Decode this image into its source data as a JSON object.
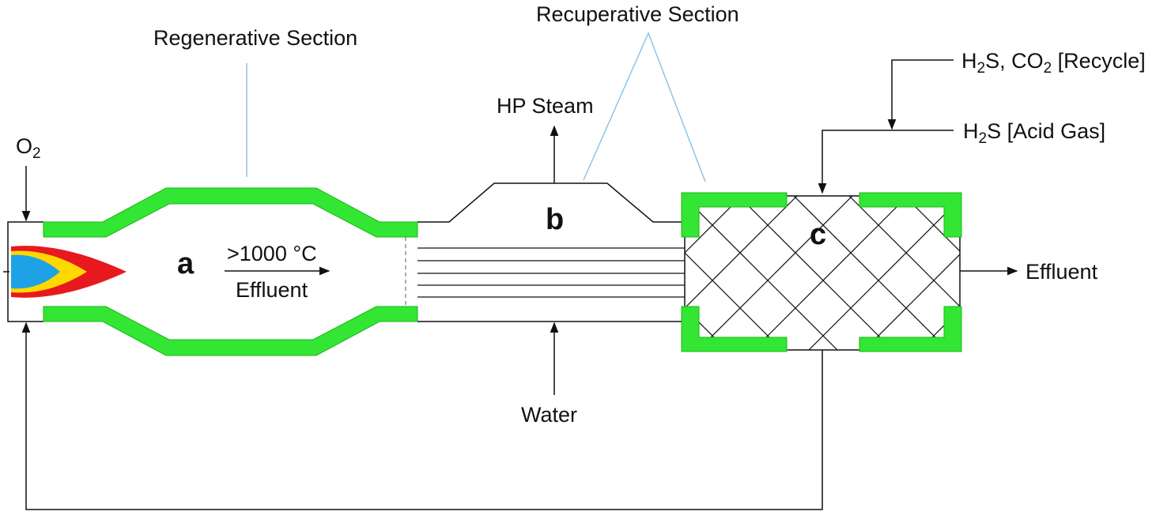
{
  "labels": {
    "regenerative_section": "Regenerative Section",
    "recuperative_section": "Recuperative Section",
    "hp_steam": "HP Steam",
    "o2_main": "O",
    "o2_sub": "2",
    "recycle": {
      "h": "H",
      "s2": "2",
      "mid": "S, CO",
      "c2": "2",
      "tail": " [Recycle]"
    },
    "acid_gas": {
      "h": "H",
      "s2": "2",
      "tail": "S [Acid Gas]"
    },
    "zone_a": "a",
    "zone_b": "b",
    "zone_c": "c",
    "temperature": ">1000 °C",
    "effluent_inner": "Effluent",
    "effluent_out": "Effluent",
    "water": "Water"
  },
  "colors": {
    "refractory": "#33e633",
    "refractory_edge": "#1bb51b",
    "flame_outer": "#e8191e",
    "flame_mid": "#ffd800",
    "flame_inner": "#1ea2e6",
    "callout_line": "#8cc5e8",
    "line": "#111111"
  }
}
